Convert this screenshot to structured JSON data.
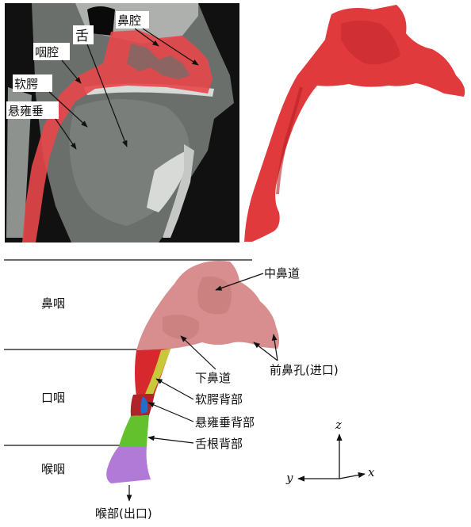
{
  "ct_panel": {
    "labels": {
      "nasal_cavity": "鼻腔",
      "tongue": "舌",
      "pharynx": "咽腔",
      "soft_palate": "软腭",
      "uvula": "悬雍垂"
    }
  },
  "model_panel": {
    "regions": {
      "nasopharynx": "鼻咽",
      "oropharynx": "口咽",
      "laryngopharynx": "喉咽"
    },
    "callouts": {
      "middle_meatus": "中鼻道",
      "inferior_meatus": "下鼻道",
      "anterior_nostril": "前鼻孔(进口)",
      "soft_palate_dorsal": "软腭背部",
      "uvula_dorsal": "悬雍垂背部",
      "tongue_base_dorsal": "舌根背部",
      "larynx_outlet": "喉部(出口)"
    },
    "axes": {
      "z": "z",
      "y": "y",
      "x": "x"
    }
  },
  "colors": {
    "airway_red": "#e8474a",
    "model_pink": "#d88e8e",
    "model_red": "#d6282d",
    "model_yellow": "#c8c83a",
    "model_blue": "#1e6fd0",
    "model_green": "#63c12e",
    "model_purple": "#b07ad6",
    "ct_gray": "#6b6f6b"
  }
}
